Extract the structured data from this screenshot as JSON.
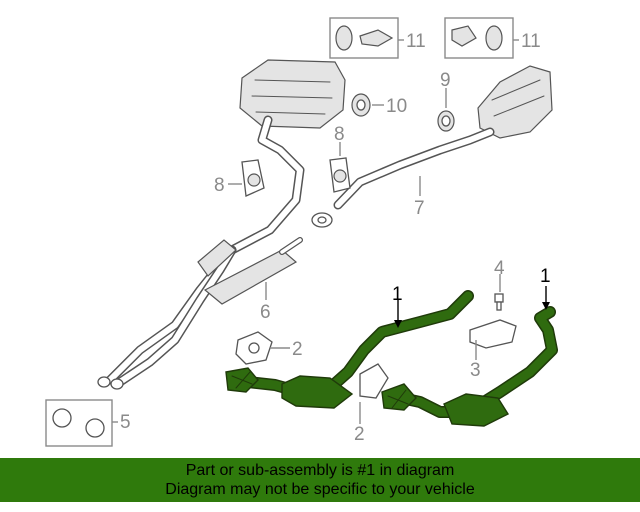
{
  "callouts": {
    "c1a": "1",
    "c1b": "1",
    "c2a": "2",
    "c2b": "2",
    "c3": "3",
    "c4": "4",
    "c5": "5",
    "c6": "6",
    "c7": "7",
    "c8a": "8",
    "c8b": "8",
    "c9": "9",
    "c10": "10",
    "c11a": "11",
    "c11b": "11"
  },
  "banner": {
    "line1": "Part or sub-assembly is #1 in diagram",
    "line2": "Diagram may not be specific to your vehicle"
  },
  "colors": {
    "highlight": "#2f6b0f",
    "banner": "#2f7a0c",
    "callout_gray": "#8a8a8a"
  }
}
